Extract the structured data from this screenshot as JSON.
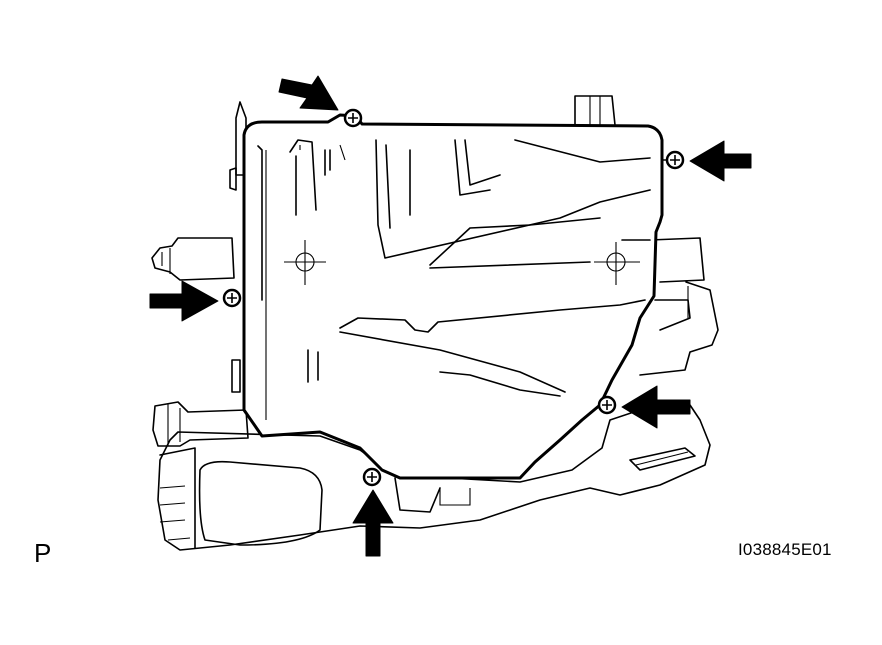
{
  "corner_label": "P",
  "figure_id": "I038845E01",
  "callouts": [
    {
      "name": "screw-top",
      "arrow_direction": "down-right"
    },
    {
      "name": "screw-top-right",
      "arrow_direction": "left"
    },
    {
      "name": "screw-left",
      "arrow_direction": "right"
    },
    {
      "name": "screw-lower-right",
      "arrow_direction": "left"
    },
    {
      "name": "screw-bottom",
      "arrow_direction": "up"
    }
  ]
}
